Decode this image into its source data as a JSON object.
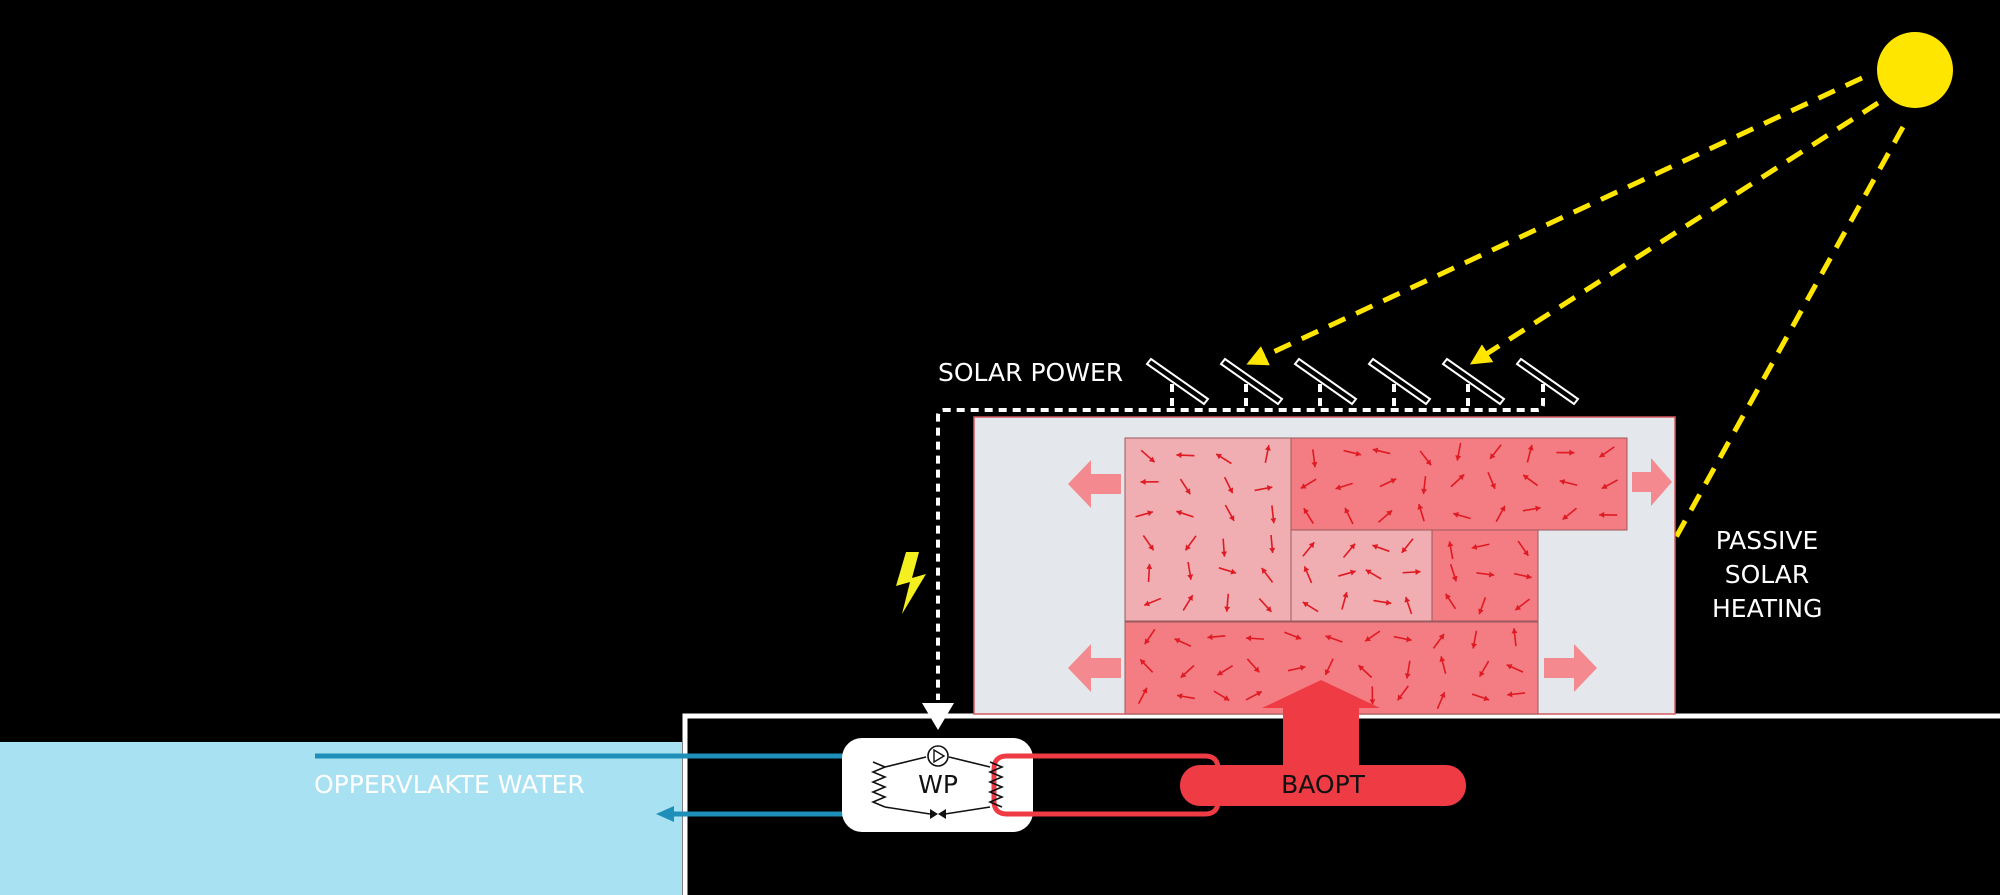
{
  "labels": {
    "solar_power": "SOLAR POWER",
    "passive_solar_heating": [
      "PASSIVE",
      "SOLAR",
      "HEATING"
    ],
    "surface_water": "OPPERVLAKTE WATER",
    "heat_pump": "WP",
    "baopt": "BAOPT"
  },
  "colors": {
    "background": "#000000",
    "sun": "#ffe600",
    "sun_rays": "#ffe600",
    "water": "#a8e1f2",
    "water_pipe": "#1e8fb8",
    "house_wall": "#e4e8ec",
    "warm_zone_light": "#f0adb2",
    "warm_zone_mid": "#f47c83",
    "heat_arrows": "#f26a72",
    "baopt_red": "#ee3b44",
    "wire": "#ffffff",
    "lightning": "#f4f020"
  },
  "icons": [
    "sun-icon",
    "solar-panel-icon",
    "lightning-bolt-icon",
    "pump-symbol-icon",
    "expansion-valve-icon",
    "heat-exchanger-coil-icon"
  ],
  "solar_panel_count": 6
}
